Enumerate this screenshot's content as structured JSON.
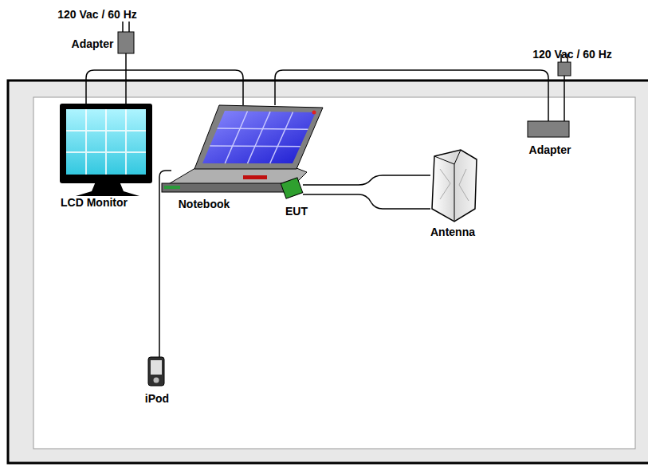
{
  "diagram": {
    "labels": [
      "120 Vac / 60 Hz",
      "Adapter",
      "120 Vac / 60 Hz",
      "Adapter",
      "LCD Monitor",
      "Notebook",
      "EUT",
      "Antenna",
      "iPod"
    ]
  }
}
